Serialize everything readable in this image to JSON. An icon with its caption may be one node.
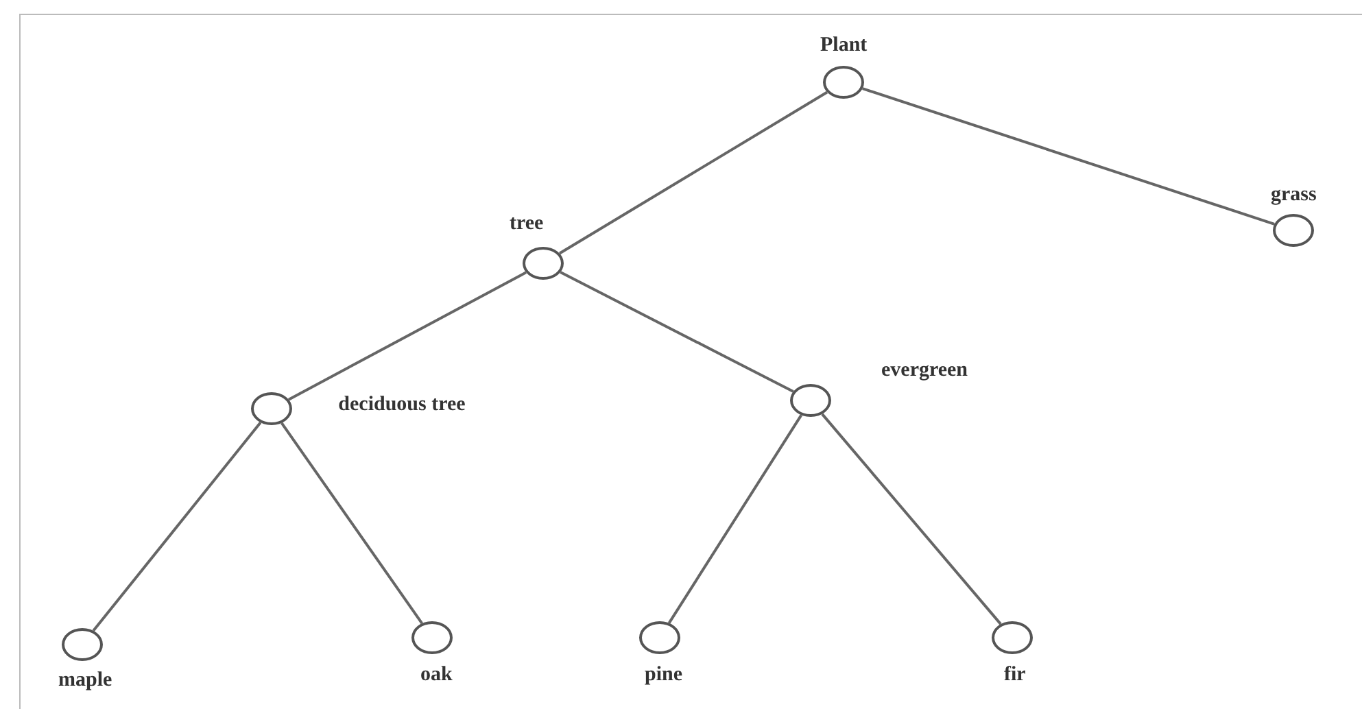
{
  "diagram": {
    "nodes": [
      {
        "text": [
          "Plant"
        ]
      },
      {
        "text": [
          "tree"
        ]
      },
      {
        "text": [
          "grass"
        ]
      },
      {
        "text": [
          "deciduous tree"
        ]
      },
      {
        "text": [
          "evergreen"
        ]
      },
      {
        "text": [
          "maple"
        ]
      },
      {
        "text": [
          "oak"
        ]
      },
      {
        "text": [
          "pine"
        ]
      },
      {
        "text": [
          "fir"
        ]
      }
    ],
    "edges": [
      {
        "from": 0,
        "to": 1,
        "arrow": "none"
      },
      {
        "from": 0,
        "to": 2,
        "arrow": "none"
      },
      {
        "from": 1,
        "to": 3,
        "arrow": "none"
      },
      {
        "from": 1,
        "to": 4,
        "arrow": "none"
      },
      {
        "from": 3,
        "to": 5,
        "arrow": "none"
      },
      {
        "from": 3,
        "to": 6,
        "arrow": "none"
      },
      {
        "from": 4,
        "to": 7,
        "arrow": "none"
      },
      {
        "from": 4,
        "to": 8,
        "arrow": "none"
      }
    ]
  }
}
